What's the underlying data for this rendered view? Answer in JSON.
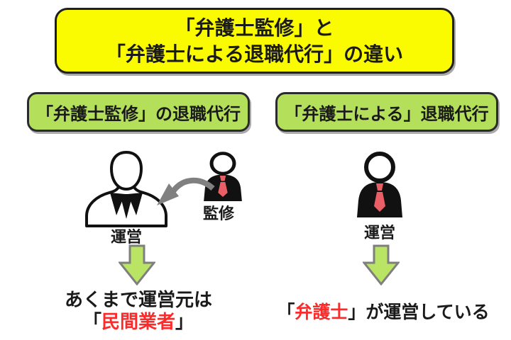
{
  "title": {
    "line1": "「弁護士監修」と",
    "line2": "「弁護士による退職代行」の違い"
  },
  "left": {
    "header": "「弁護士監修」の退職代行",
    "operator_label": "運営",
    "supervisor_label": "監修",
    "conclusion": {
      "line1": "あくまで運営元は",
      "open": "「",
      "highlight": "民間業者",
      "close": "」"
    }
  },
  "right": {
    "header": "「弁護士による」退職代行",
    "operator_label": "運営",
    "conclusion": {
      "open": "「",
      "highlight": "弁護士",
      "close": "」",
      "rest": "が運営している"
    }
  },
  "icons": [
    "businessman-outline-icon",
    "lawyer-person-icon",
    "curved-left-arrow-icon",
    "down-arrow-icon"
  ],
  "colors": {
    "title-bg": "#fafa00",
    "header-bg": "#b4df5b",
    "arrow-fill": "#b9e464",
    "arrow-stroke": "#7f7f7f",
    "gray-arrow": "#808080",
    "highlight-red": "#fb2b2b",
    "tie-red": "#ea5f66"
  }
}
